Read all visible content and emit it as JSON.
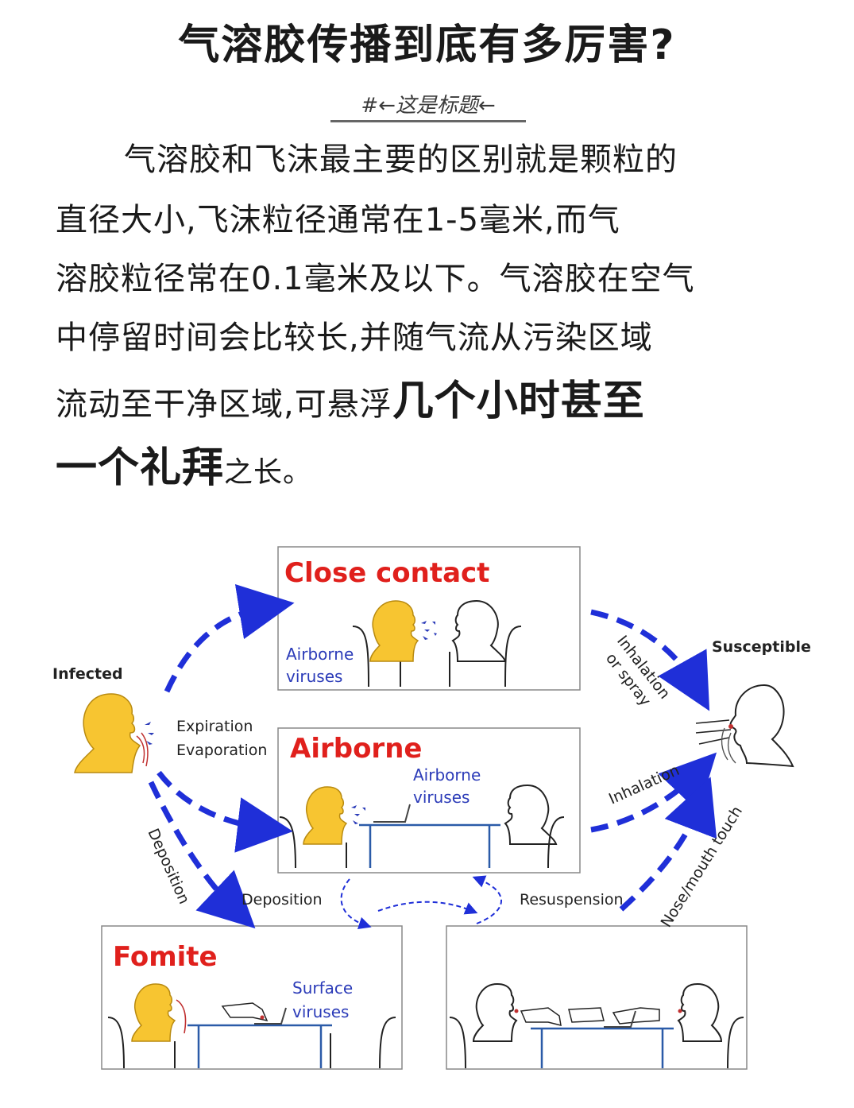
{
  "header": {
    "title": "气溶胶传播到底有多厉害?",
    "subtitle": "#←这是标题←"
  },
  "paragraph": {
    "line1": "气溶胶和飞沫最主要的区别就是颗粒的",
    "line2": "直径大小,飞沫粒径通常在1-5毫米,而气",
    "line3": "溶胶粒径常在0.1毫米及以下。气溶胶在空气",
    "line4": "中停留时间会比较长,并随气流从污染区域",
    "line5a": "流动至干净区域,可悬浮",
    "line5b": "几个小时甚至",
    "line6a": "一个礼拜",
    "line6b": "之长。"
  },
  "diagram": {
    "infected": "Infected",
    "susceptible": "Susceptible",
    "expiration": "Expiration",
    "evaporation": "Evaporation",
    "close_contact": {
      "title": "Close contact",
      "airborne_line1": "Airborne",
      "airborne_line2": "viruses"
    },
    "airborne": {
      "title": "Airborne",
      "airborne_line1": "Airborne",
      "airborne_line2": "viruses"
    },
    "fomite": {
      "title": "Fomite",
      "surface_line1": "Surface",
      "surface_line2": "viruses"
    },
    "inhalation_or_spray_1": "Inhalation",
    "inhalation_or_spray_2": "or spray",
    "inhalation": "Inhalation",
    "nose_mouth_touch": "Nose/mouth touch",
    "deposition_left": "Deposition",
    "deposition_mid": "Deposition",
    "resuspension": "Resuspension"
  },
  "colors": {
    "accent_red": "#e0201c",
    "arrow_blue": "#1f2fd8",
    "head_yellow": "#f7c531",
    "text_blue": "#2b3bb8",
    "panel_border": "#888888"
  }
}
